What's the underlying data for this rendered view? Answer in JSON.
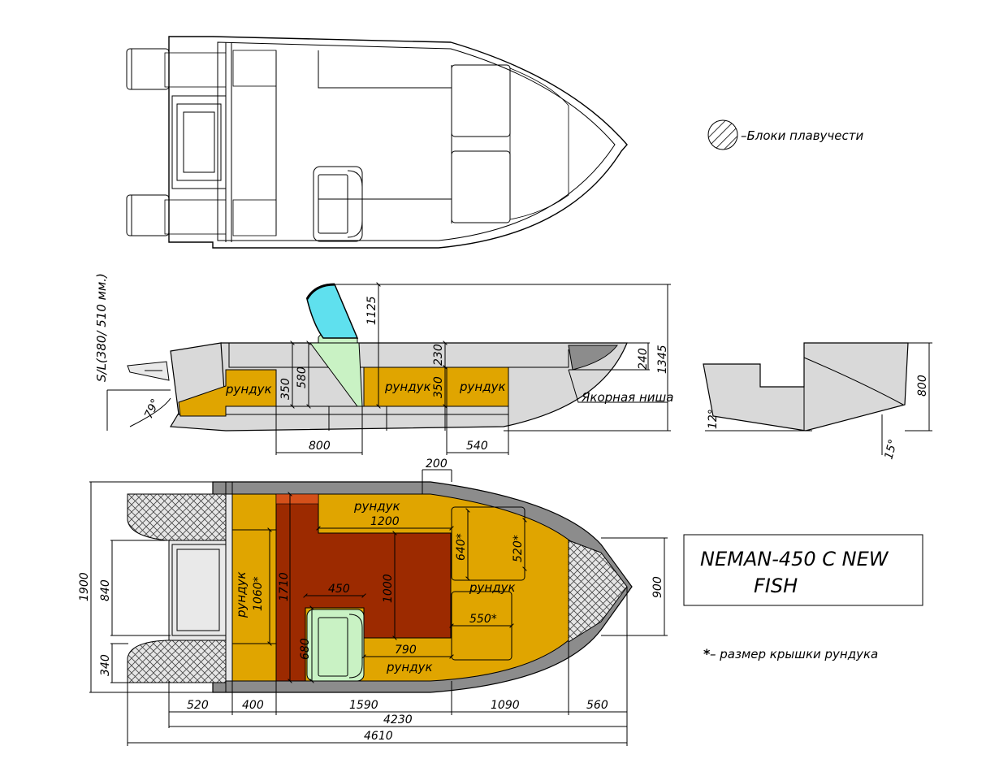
{
  "legend": {
    "float_blocks": "–Блоки плавучести",
    "lid_note_star": "*",
    "lid_note": "– размер крышки рундука"
  },
  "title": {
    "line1": "NEMAN-450 C NEW",
    "line2": "FISH"
  },
  "side_view": {
    "sl_label": "S/L(380/ 510 мм.)",
    "angle_transom": "79°",
    "locker_left": "рундук",
    "locker_mid": "рундук",
    "locker_right": "рундук",
    "anchor_niche": "Якорная ниша",
    "dims": {
      "windshield_height": "1125",
      "overall_height": "1345",
      "bow_depth": "240",
      "seat_top": "230",
      "h350_left": "350",
      "h580": "580",
      "h350_right": "350",
      "w800": "800",
      "w540": "540"
    }
  },
  "section_view": {
    "height": "800",
    "angle_chine": "12°",
    "deadrise": "15°"
  },
  "plan_view": {
    "locker_top": "рундук",
    "locker_left": "рундук",
    "locker_bow": "рундук",
    "locker_bottom": "рундук",
    "dims": {
      "d200": "200",
      "d1200": "1200",
      "d640": "640*",
      "d520": "520*",
      "d1060": "1060*",
      "d1710": "1710",
      "d1000": "1000",
      "d450": "450",
      "d550": "550*",
      "d680": "680",
      "d790": "790",
      "d900": "900",
      "d1900": "1900",
      "d840": "840",
      "d340": "340",
      "d520b": "520",
      "d400": "400",
      "d1590": "1590",
      "d1090": "1090",
      "d560": "560",
      "d4230": "4230",
      "d4610": "4610"
    }
  },
  "colors": {
    "locker": "#e0a500",
    "floor": "#9c2a00",
    "seat": "#c9f2c4",
    "windshield": "#5fe0ee",
    "hull_grey": "#d9d9d9",
    "frame_grey": "#8c8c8c"
  }
}
